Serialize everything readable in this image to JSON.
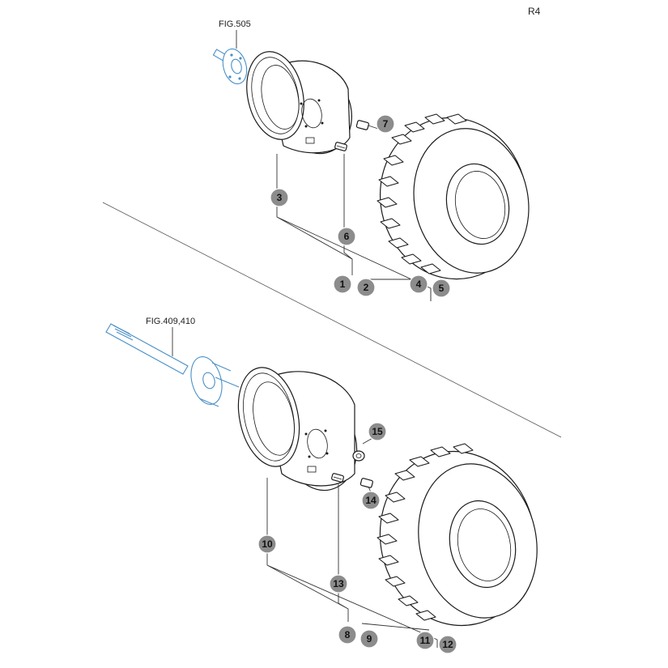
{
  "page_code": "R4",
  "refs": {
    "upper_hub": "FIG.505",
    "lower_axle": "FIG.409,410"
  },
  "callouts": {
    "c1": "1",
    "c2": "2",
    "c3": "3",
    "c4": "4",
    "c5": "5",
    "c6": "6",
    "c7": "7",
    "c8": "8",
    "c9": "9",
    "c10": "10",
    "c11": "11",
    "c12": "12",
    "c13": "13",
    "c14": "14",
    "c15": "15"
  },
  "colors": {
    "callout_fill": "#8c8c8c",
    "reference_blue": "#4a90c8",
    "line": "#1a1a1a"
  }
}
